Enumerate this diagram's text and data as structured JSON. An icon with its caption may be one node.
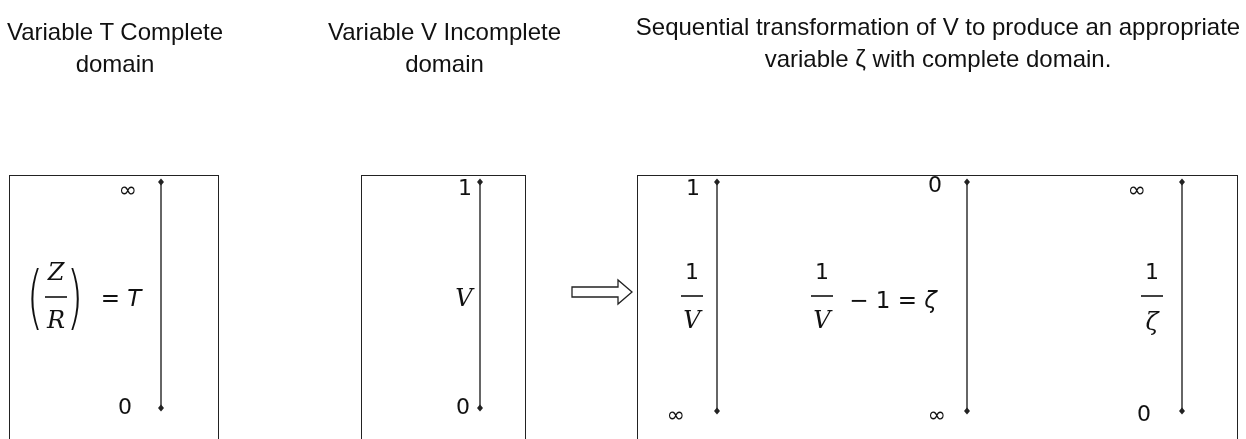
{
  "diagram": {
    "nodes": [
      {
        "text": [
          "Variable T Complete domain"
        ]
      },
      {
        "text": [
          "Variable V Incomplete domain"
        ]
      },
      {
        "text": [
          "Sequential transformation of V to produce an appropriate variable ζ with complete domain."
        ]
      }
    ],
    "edges": [
      {
        "from": 1,
        "to": 2,
        "arrow": "to"
      }
    ],
    "labels": [
      "∞",
      "(",
      "Z",
      "R",
      ")",
      "= *T*",
      "0",
      "1",
      "V",
      "0",
      "1",
      "0",
      "∞",
      "1",
      "V",
      "1",
      "V",
      "− 1 = *ζ*",
      "1",
      "ζ",
      "∞",
      "∞",
      "0"
    ]
  }
}
